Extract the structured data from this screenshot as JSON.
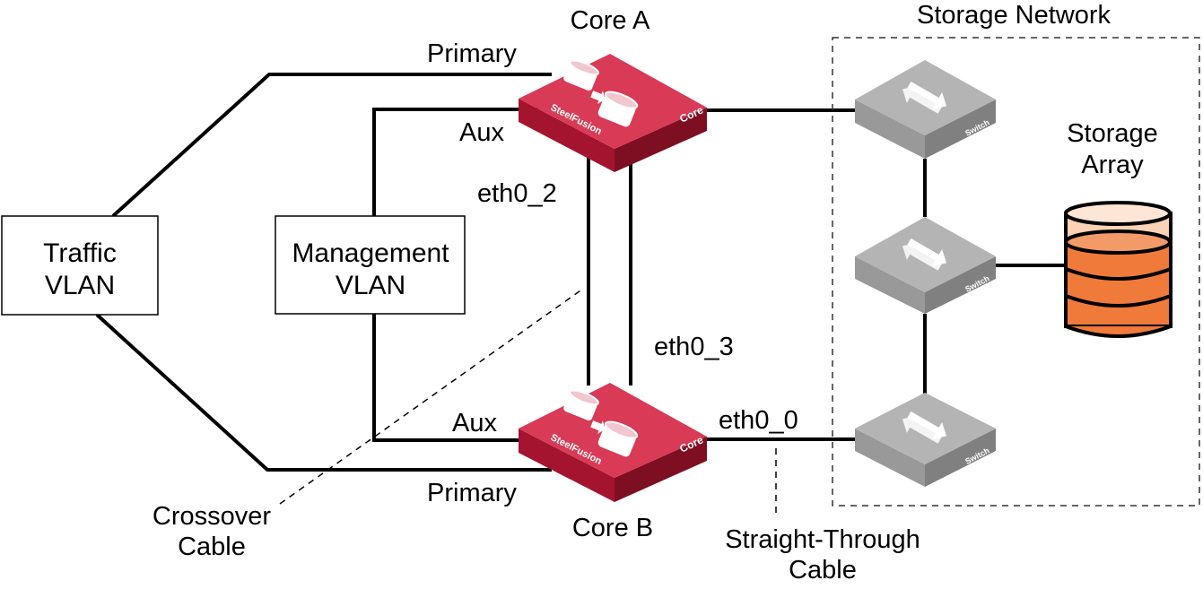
{
  "colors": {
    "line": "#000000",
    "core_top": "#d93a55",
    "core_left": "#a5142e",
    "core_right": "#7e0f22",
    "switch_top": "#b4b4b4",
    "switch_side": "#8f8f8f",
    "storage_orange": "#f07a3a",
    "storage_light": "#fbd2b5"
  },
  "storage_network": {
    "title": "Storage Network"
  },
  "storage_array": {
    "line1": "Storage",
    "line2": "Array",
    "icon": "database-icon"
  },
  "traffic_vlan": {
    "line1": "Traffic",
    "line2": "VLAN"
  },
  "management_vlan": {
    "line1": "Management",
    "line2": "VLAN"
  },
  "core_a": {
    "title": "Core A",
    "brand": "SteelFusion",
    "tag": "Core",
    "icon": "replication-icon"
  },
  "core_b": {
    "title": "Core B",
    "brand": "SteelFusion",
    "tag": "Core",
    "icon": "replication-icon"
  },
  "switch_label": "Switch",
  "links": {
    "primary_a": "Primary",
    "aux_a": "Aux",
    "eth0_2": "eth0_2",
    "eth0_3": "eth0_3",
    "aux_b": "Aux",
    "primary_b": "Primary",
    "eth0_0": "eth0_0"
  },
  "notes": {
    "crossover_line1": "Crossover",
    "crossover_line2": "Cable",
    "straight_line1": "Straight-Through",
    "straight_line2": "Cable"
  }
}
